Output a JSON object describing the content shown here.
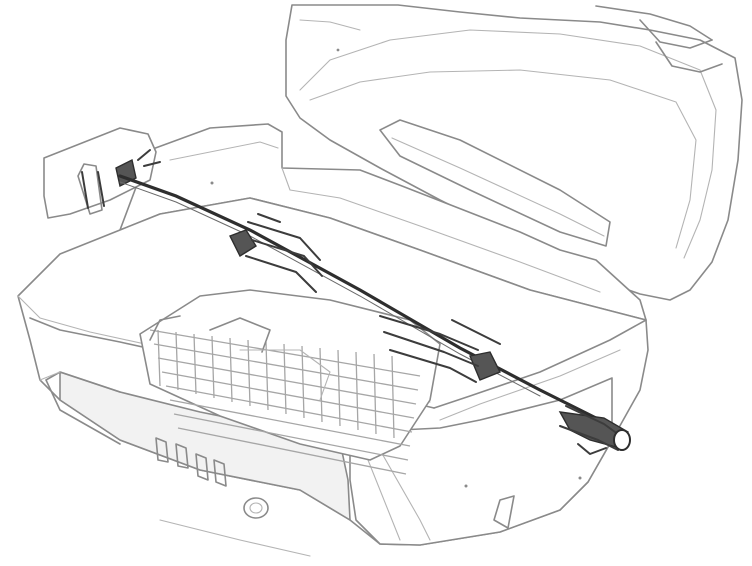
{
  "figure": {
    "colors": {
      "outline": "#8a8a8a",
      "light_outline": "#b4b4b4",
      "rotisserie": "#3c3c3c",
      "background": "#ffffff"
    },
    "icons": [
      "grill-lid",
      "grill-firebox",
      "rotisserie-motor",
      "rotisserie-spit",
      "rotisserie-forks",
      "cooking-grate",
      "control-knob"
    ]
  }
}
